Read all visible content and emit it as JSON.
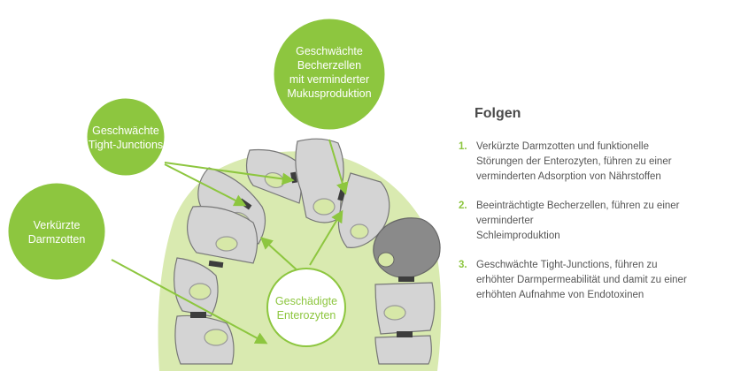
{
  "colors": {
    "accent": "#8dc63f",
    "cell": "#d4d4d4",
    "cell_stroke": "#777777",
    "goblet": "#8a8a8a",
    "nucleus": "#d7e8a8",
    "tissue": "#d9eab0"
  },
  "bubbles": {
    "goblet": [
      "Geschwächte",
      "Becherzellen",
      "mit verminderter",
      "Mukusproduktion"
    ],
    "tight": [
      "Geschwächte",
      "Tight-Junctions"
    ],
    "villi": [
      "Verkürzte",
      "Darmzotten"
    ],
    "enterocytes": [
      "Geschädigte",
      "Enterozyten"
    ]
  },
  "panel": {
    "title": "Folgen",
    "items": [
      {
        "number": "1.",
        "text": "Verkürzte Darmzotten und funktionelle\nStörungen der Enterozyten, führen zu einer\nverminderten Adsorption von Nährstoffen"
      },
      {
        "number": "2.",
        "text": "Beeinträchtigte Becherzellen, führen zu einer verminderter\nSchleimproduktion"
      },
      {
        "number": "3.",
        "text": "Geschwächte Tight-Junctions, führen zu\nerhöhter Darmpermeabilität und damit zu einer\nerhöhten Aufnahme von Endotoxinen"
      }
    ]
  }
}
